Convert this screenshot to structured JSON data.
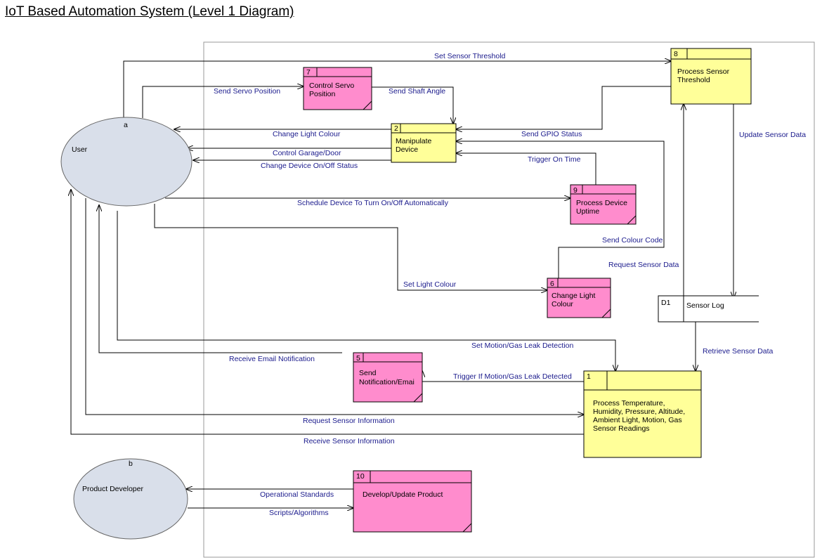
{
  "title": "IoT Based Automation System (Level 1 Diagram)",
  "colors": {
    "entity": "#d9dfea",
    "process_yellow": "#ffff99",
    "process_pink": "#ff8ccd",
    "flow_label": "#1a1a8c",
    "boundary": "#999999"
  },
  "entities": {
    "user": {
      "id": "a",
      "name": "User"
    },
    "developer": {
      "id": "b",
      "name": "Product Developer"
    }
  },
  "processes": {
    "p1": {
      "id": "1",
      "lines": [
        "Process Temperature,",
        "Humidity, Pressure, Altitude,",
        "Ambient Light, Motion, Gas",
        "Sensor Readings"
      ]
    },
    "p2": {
      "id": "2",
      "lines": [
        "Manipulate",
        "Device"
      ]
    },
    "p5": {
      "id": "5",
      "lines": [
        "Send",
        "Notification/Emai"
      ]
    },
    "p6": {
      "id": "6",
      "lines": [
        "Change Light",
        "Colour"
      ]
    },
    "p7": {
      "id": "7",
      "lines": [
        "Control Servo",
        "Position"
      ]
    },
    "p8": {
      "id": "8",
      "lines": [
        "Process Sensor",
        "Threshold"
      ]
    },
    "p9": {
      "id": "9",
      "lines": [
        "Process Device",
        "Uptime"
      ]
    },
    "p10": {
      "id": "10",
      "lines": [
        "Develop/Update Product"
      ]
    }
  },
  "store": {
    "id": "D1",
    "name": "Sensor Log"
  },
  "flows": {
    "set_sensor_threshold": "Set Sensor Threshold",
    "send_servo_position": "Send Servo Position",
    "send_shaft_angle": "Send Shaft Angle",
    "change_light_colour": "Change Light Colour",
    "control_garage_door": "Control Garage/Door",
    "change_device_status": "Change Device On/Off Status",
    "send_gpio_status": "Send GPIO Status",
    "trigger_on_time": "Trigger On Time",
    "update_sensor_data": "Update Sensor Data",
    "schedule_device": "Schedule Device To Turn On/Off Automatically",
    "send_colour_code": "Send Colour Code",
    "request_sensor_data": "Request Sensor Data",
    "set_light_colour": "Set Light Colour",
    "set_motion_gas": "Set Motion/Gas Leak Detection",
    "retrieve_sensor_data": "Retrieve Sensor Data",
    "receive_email": "Receive Email Notification",
    "trigger_motion_gas": "Trigger If Motion/Gas Leak Detected",
    "request_sensor_info": "Request Sensor Information",
    "receive_sensor_info": "Receive Sensor Information",
    "operational_standards": "Operational Standards",
    "scripts_algorithms": "Scripts/Algorithms"
  }
}
